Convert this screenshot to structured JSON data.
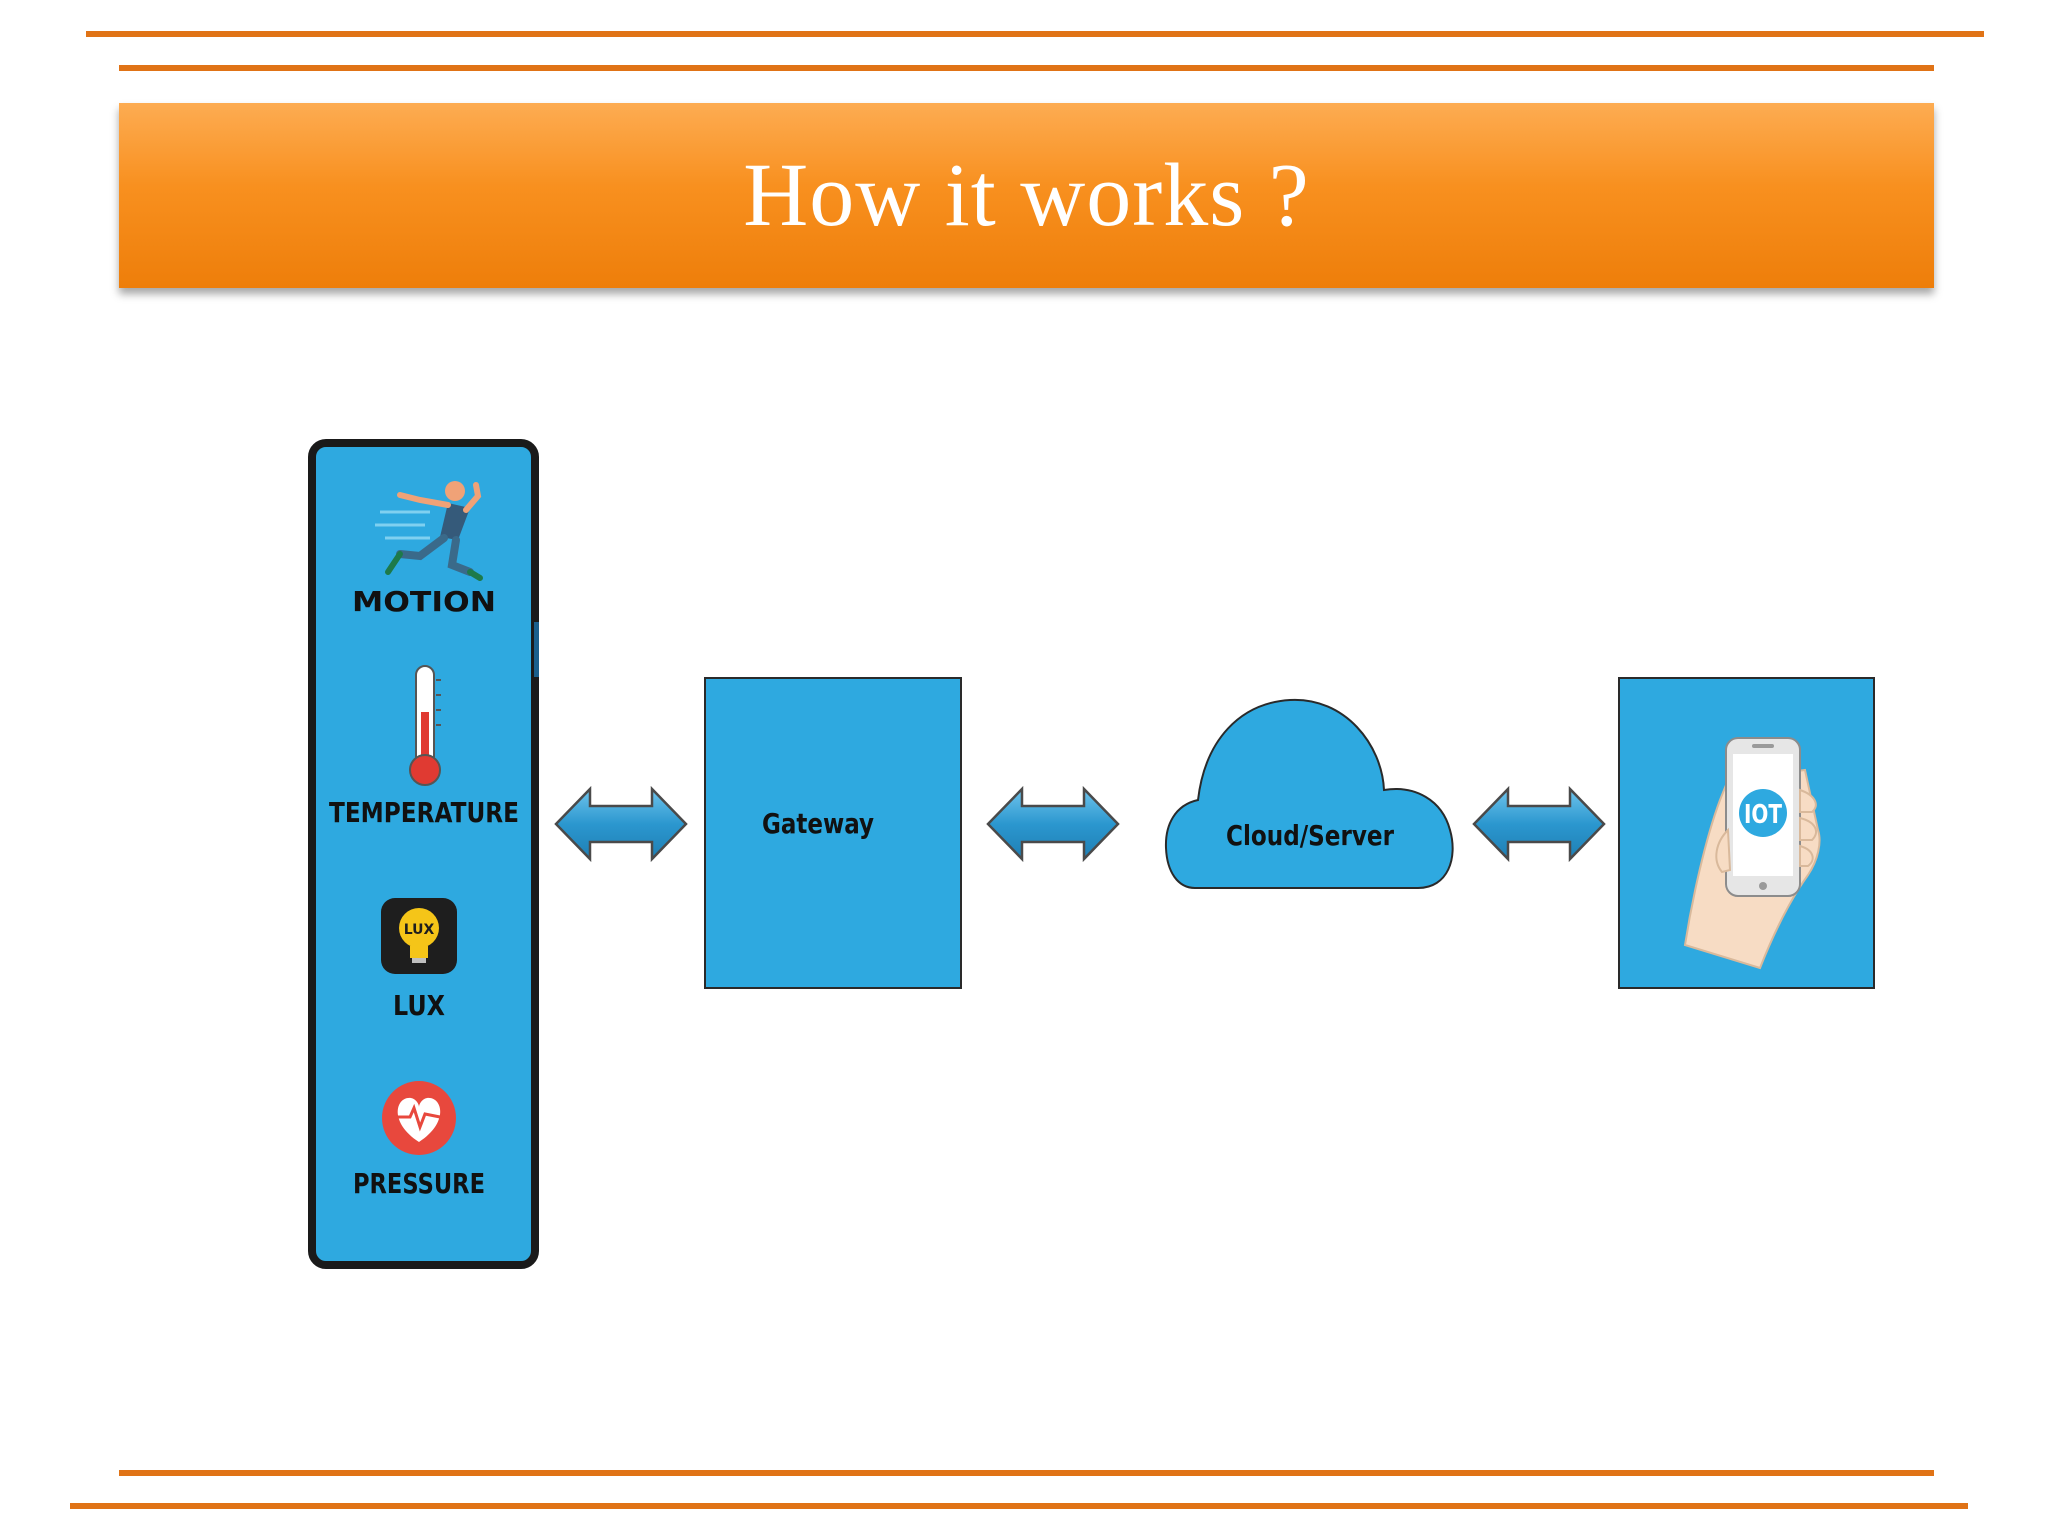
{
  "slide": {
    "title": "How it works ?"
  },
  "sensors": {
    "items": [
      {
        "label": "MOTION",
        "icon": "running-person-icon"
      },
      {
        "label": "TEMPERATURE",
        "icon": "thermometer-icon"
      },
      {
        "label": "LUX",
        "icon": "light-bulb-icon",
        "badge": "LUX"
      },
      {
        "label": "PRESSURE",
        "icon": "heart-pulse-icon"
      }
    ]
  },
  "gateway": {
    "label": "Gateway"
  },
  "cloud": {
    "label": "Cloud/Server"
  },
  "device": {
    "icon": "phone-in-hand-icon",
    "badge": "IOT"
  },
  "colors": {
    "accent": "#e07316",
    "box_fill": "#2ea9e0",
    "arrow_fill": "#2b97cf",
    "outline": "#1a1a1a"
  }
}
